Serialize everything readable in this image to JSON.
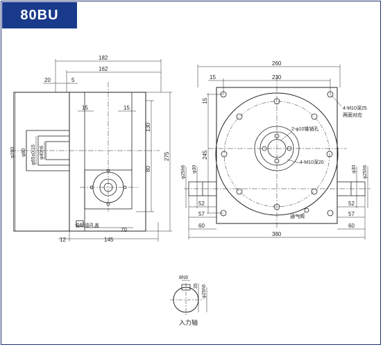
{
  "title": "80BU",
  "side_view": {
    "d260": "φ260",
    "d80": "φ80",
    "d65": "φ65±0.15",
    "d40": "φ40h6",
    "dim_182": "182",
    "dim_162": "162",
    "dim_20": "20",
    "dim_5": "5",
    "dim_15a": "15",
    "dim_15b": "15",
    "dim_130": "130",
    "dim_80": "80",
    "dim_275": "275",
    "dim_70": "70",
    "dim_12": "12",
    "dim_145": "145",
    "oil_label": "油标油孔盖"
  },
  "front_view": {
    "dim_260": "260",
    "dim_230": "230",
    "dim_15a": "15",
    "dim_15b": "15",
    "dim_245": "245",
    "d30_left": "φ30",
    "d25h6_left": "φ25h6",
    "d30_right": "φ30",
    "d25h6_right": "φ25h6",
    "dim_52_left": "52",
    "dim_57_left": "57",
    "dim_60_left": "60",
    "dim_52_right": "52",
    "dim_57_right": "57",
    "dim_60_right": "60",
    "dim_380": "380",
    "note_m10_25": "4-M10深25",
    "note_both": "两面对应",
    "note_pin": "2-φ10锥销孔",
    "note_m10_20": "4-M10深20",
    "note_vent": "通气阀"
  },
  "shaft_detail": {
    "key": "8N9",
    "dim_35": "35",
    "d25h6": "φ25h6",
    "label": "入力轴"
  }
}
